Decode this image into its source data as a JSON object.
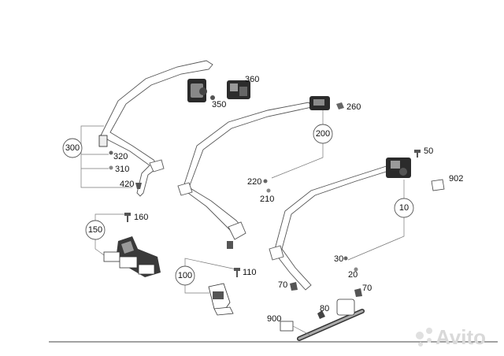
{
  "groups": {
    "g300": "300",
    "g200": "200",
    "g150": "150",
    "g100": "100",
    "g10": "10"
  },
  "parts": {
    "p360": "360",
    "p350": "350",
    "p260": "260",
    "p320": "320",
    "p310": "310",
    "p420": "420",
    "p160": "160",
    "p220": "220",
    "p210": "210",
    "p110": "110",
    "p50": "50",
    "p902": "902",
    "p30": "30",
    "p20": "20",
    "p70a": "70",
    "p70b": "70",
    "p80": "80",
    "p900": "900"
  },
  "watermark": "Avito"
}
